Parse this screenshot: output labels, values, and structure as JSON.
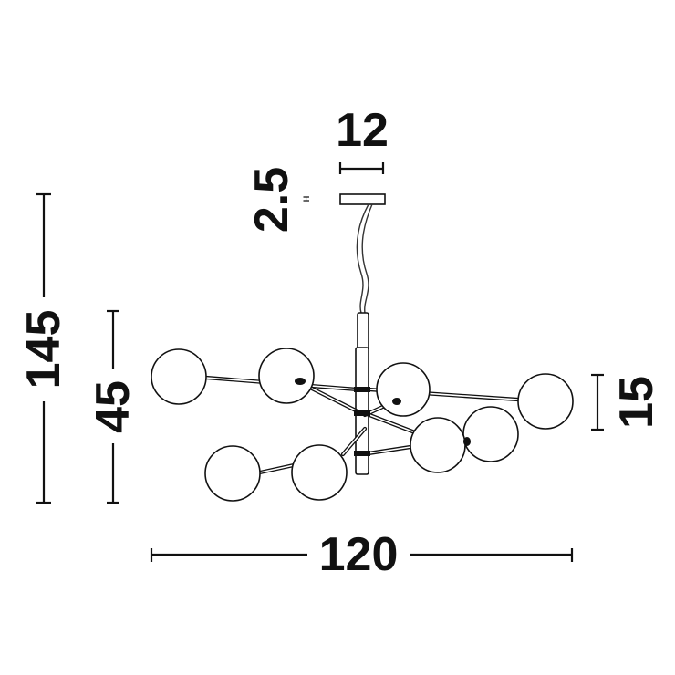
{
  "dimensions": {
    "total_height": "145",
    "body_height": "45",
    "width": "120",
    "canopy_width": "12",
    "canopy_height": "2.5",
    "canopy_height_unit": "H",
    "globe_height": "15"
  },
  "colors": {
    "line": "#111111",
    "background": "#ffffff"
  }
}
